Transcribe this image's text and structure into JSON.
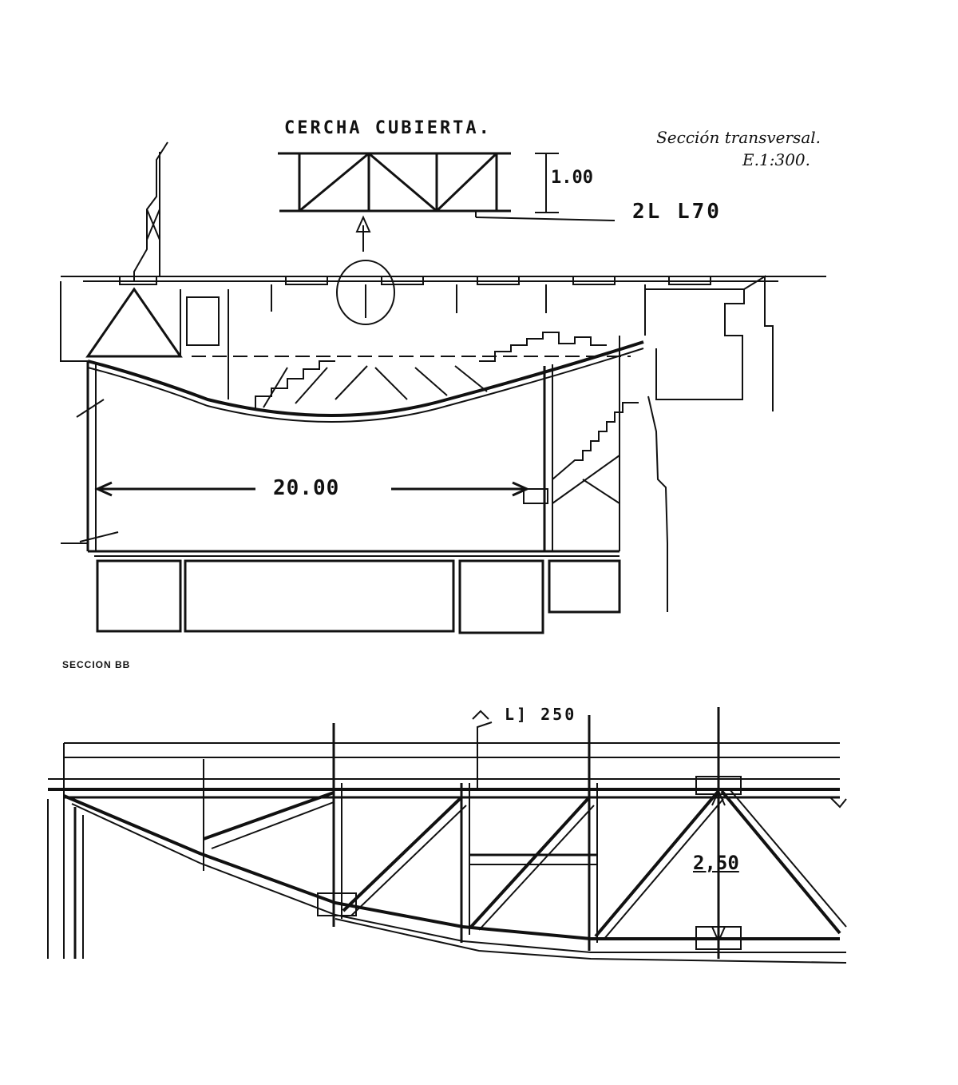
{
  "captions": {
    "title": "Sección transversal.",
    "scale": "E.1:300."
  },
  "truss_detail": {
    "heading": "CERCHA CUBIERTA.",
    "height": "1.00",
    "profile": "2L L70"
  },
  "section_transversal": {
    "span": "20.00"
  },
  "section_bb": {
    "heading": "SECCION BB",
    "profile": "L] 250",
    "height": "2,50"
  }
}
